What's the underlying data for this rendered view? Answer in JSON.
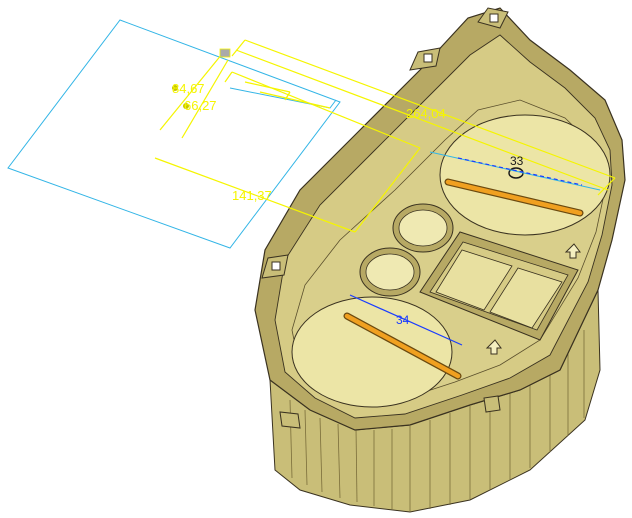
{
  "viewport": {
    "background": "#ffffff",
    "colors": {
      "dimension": "#f5f500",
      "sketch_plane": "#33b5e6",
      "constraint_line": "#1a3cff",
      "part_body": "#d8cf86",
      "part_shadow": "#a89a5a",
      "part_edge": "#3a3220",
      "rod": "#f0a020"
    }
  },
  "dimensions": {
    "d1": "264,04",
    "d2": "141,37",
    "d3": "84,67",
    "d4": "66,27",
    "d5": "33",
    "d6": "34"
  },
  "icons": {
    "arrow_markers": [
      "arrow-up-icon",
      "arrow-up-icon"
    ]
  }
}
